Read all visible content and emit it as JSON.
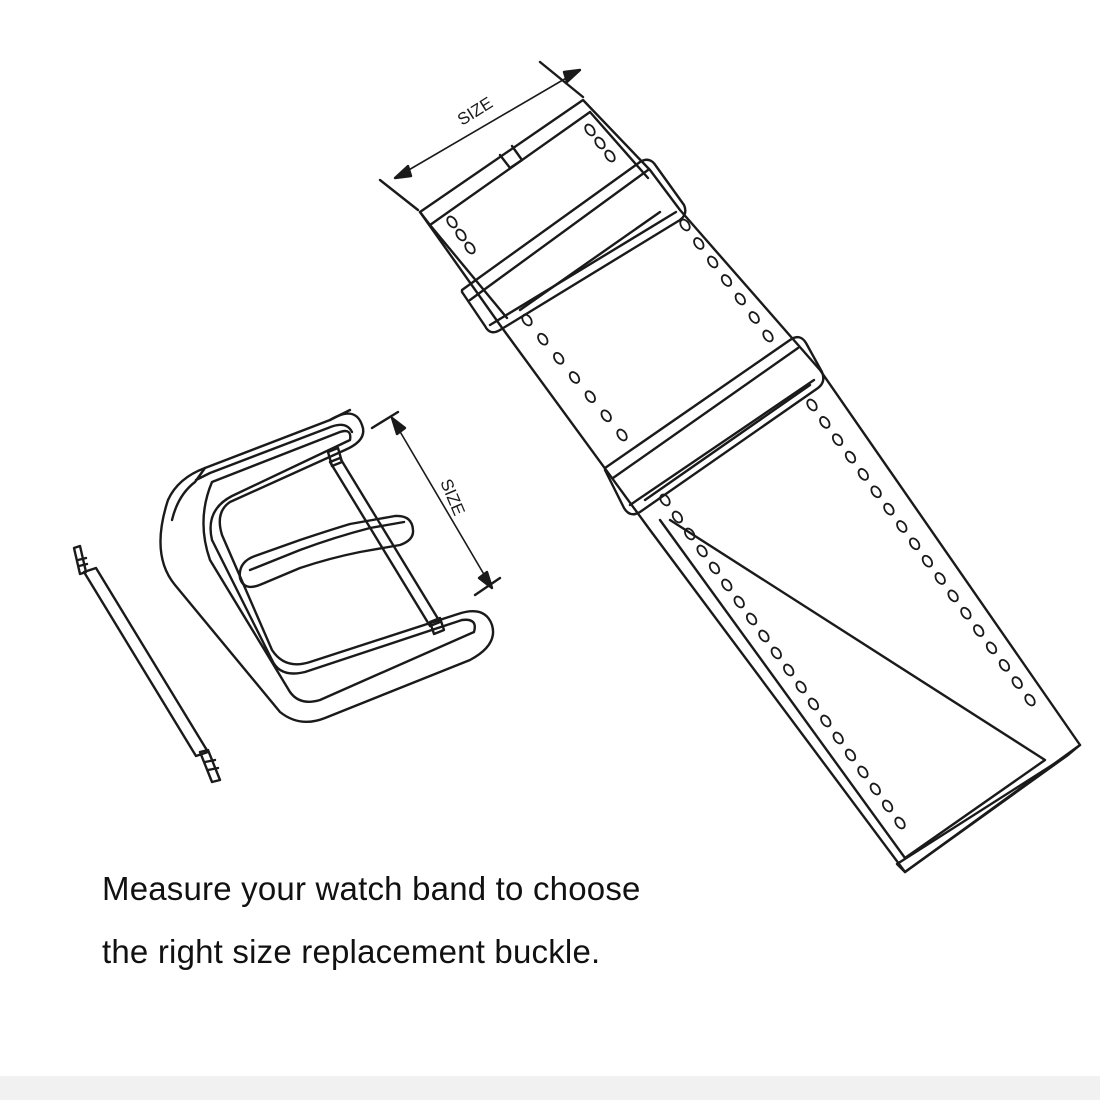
{
  "diagram": {
    "strap_dimension_label": "SIZE",
    "buckle_dimension_label": "SIZE"
  },
  "caption": {
    "line1": "Measure your watch band to choose",
    "line2": "the right size replacement buckle."
  },
  "colors": {
    "line": "#1a1a1a",
    "background": "#ffffff",
    "footer": "#f1f1f1"
  }
}
